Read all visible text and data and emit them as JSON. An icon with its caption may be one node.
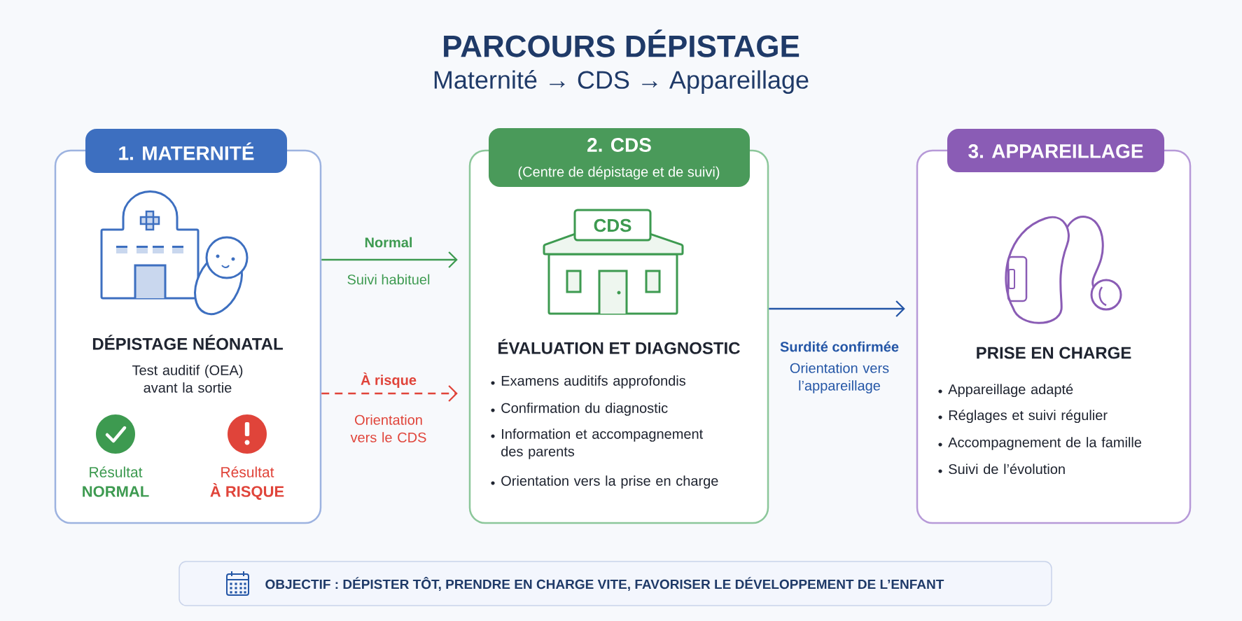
{
  "diagram": {
    "title": "PARCOURS DÉPISTAGE",
    "nodes": [
      {
        "text": [
          "1. MATERNITÉ",
          "DÉPISTAGE NÉONATAL",
          "Test auditif (OEA) avant la sortie"
        ]
      },
      {
        "text": [
          "Résultat",
          "NORMAL"
        ],
        "in": 0
      },
      {
        "text": [
          "Résultat",
          "À RISQUE"
        ],
        "in": 0
      },
      {
        "text": [
          "2. CDS",
          "(Centre de dépistage et de suivi)",
          "ÉVALUATION ET DIAGNOSTIC",
          "Examens auditifs approfondis",
          "Confirmation du diagnostic",
          "Information et accompagnement des parents",
          "Orientation vers la prise en charge"
        ]
      },
      {
        "text": [
          "3. APPAREILLAGE",
          "PRISE EN CHARGE",
          "Appareillage adapté",
          "Réglages et suivi régulier",
          "Accompagnement de la famille",
          "Suivi de l’évolution"
        ]
      },
      {
        "text": [
          "OBJECTIF : DÉPISTER TÔT, PRENDRE EN CHARGE VITE, FAVORISER LE DÉVELOPPEMENT DE L’ENFANT"
        ]
      }
    ],
    "edges": [
      {
        "from": 0,
        "to": 3,
        "arrow": "to",
        "label": "Normal",
        "color": "#3d9a50"
      },
      {
        "from": 0,
        "to": 3,
        "arrow": "to",
        "label": "À risque",
        "style": "dashed",
        "color": "#e0443a"
      },
      {
        "from": 3,
        "to": 4,
        "arrow": "to",
        "label": "Surdité confirmée",
        "color": "#2456a6"
      }
    ],
    "labels": [
      "Maternité → CDS → Appareillage",
      "CDS",
      "Suivi habituel",
      "Orientation vers le CDS",
      "Orientation vers l’appareillage"
    ]
  }
}
